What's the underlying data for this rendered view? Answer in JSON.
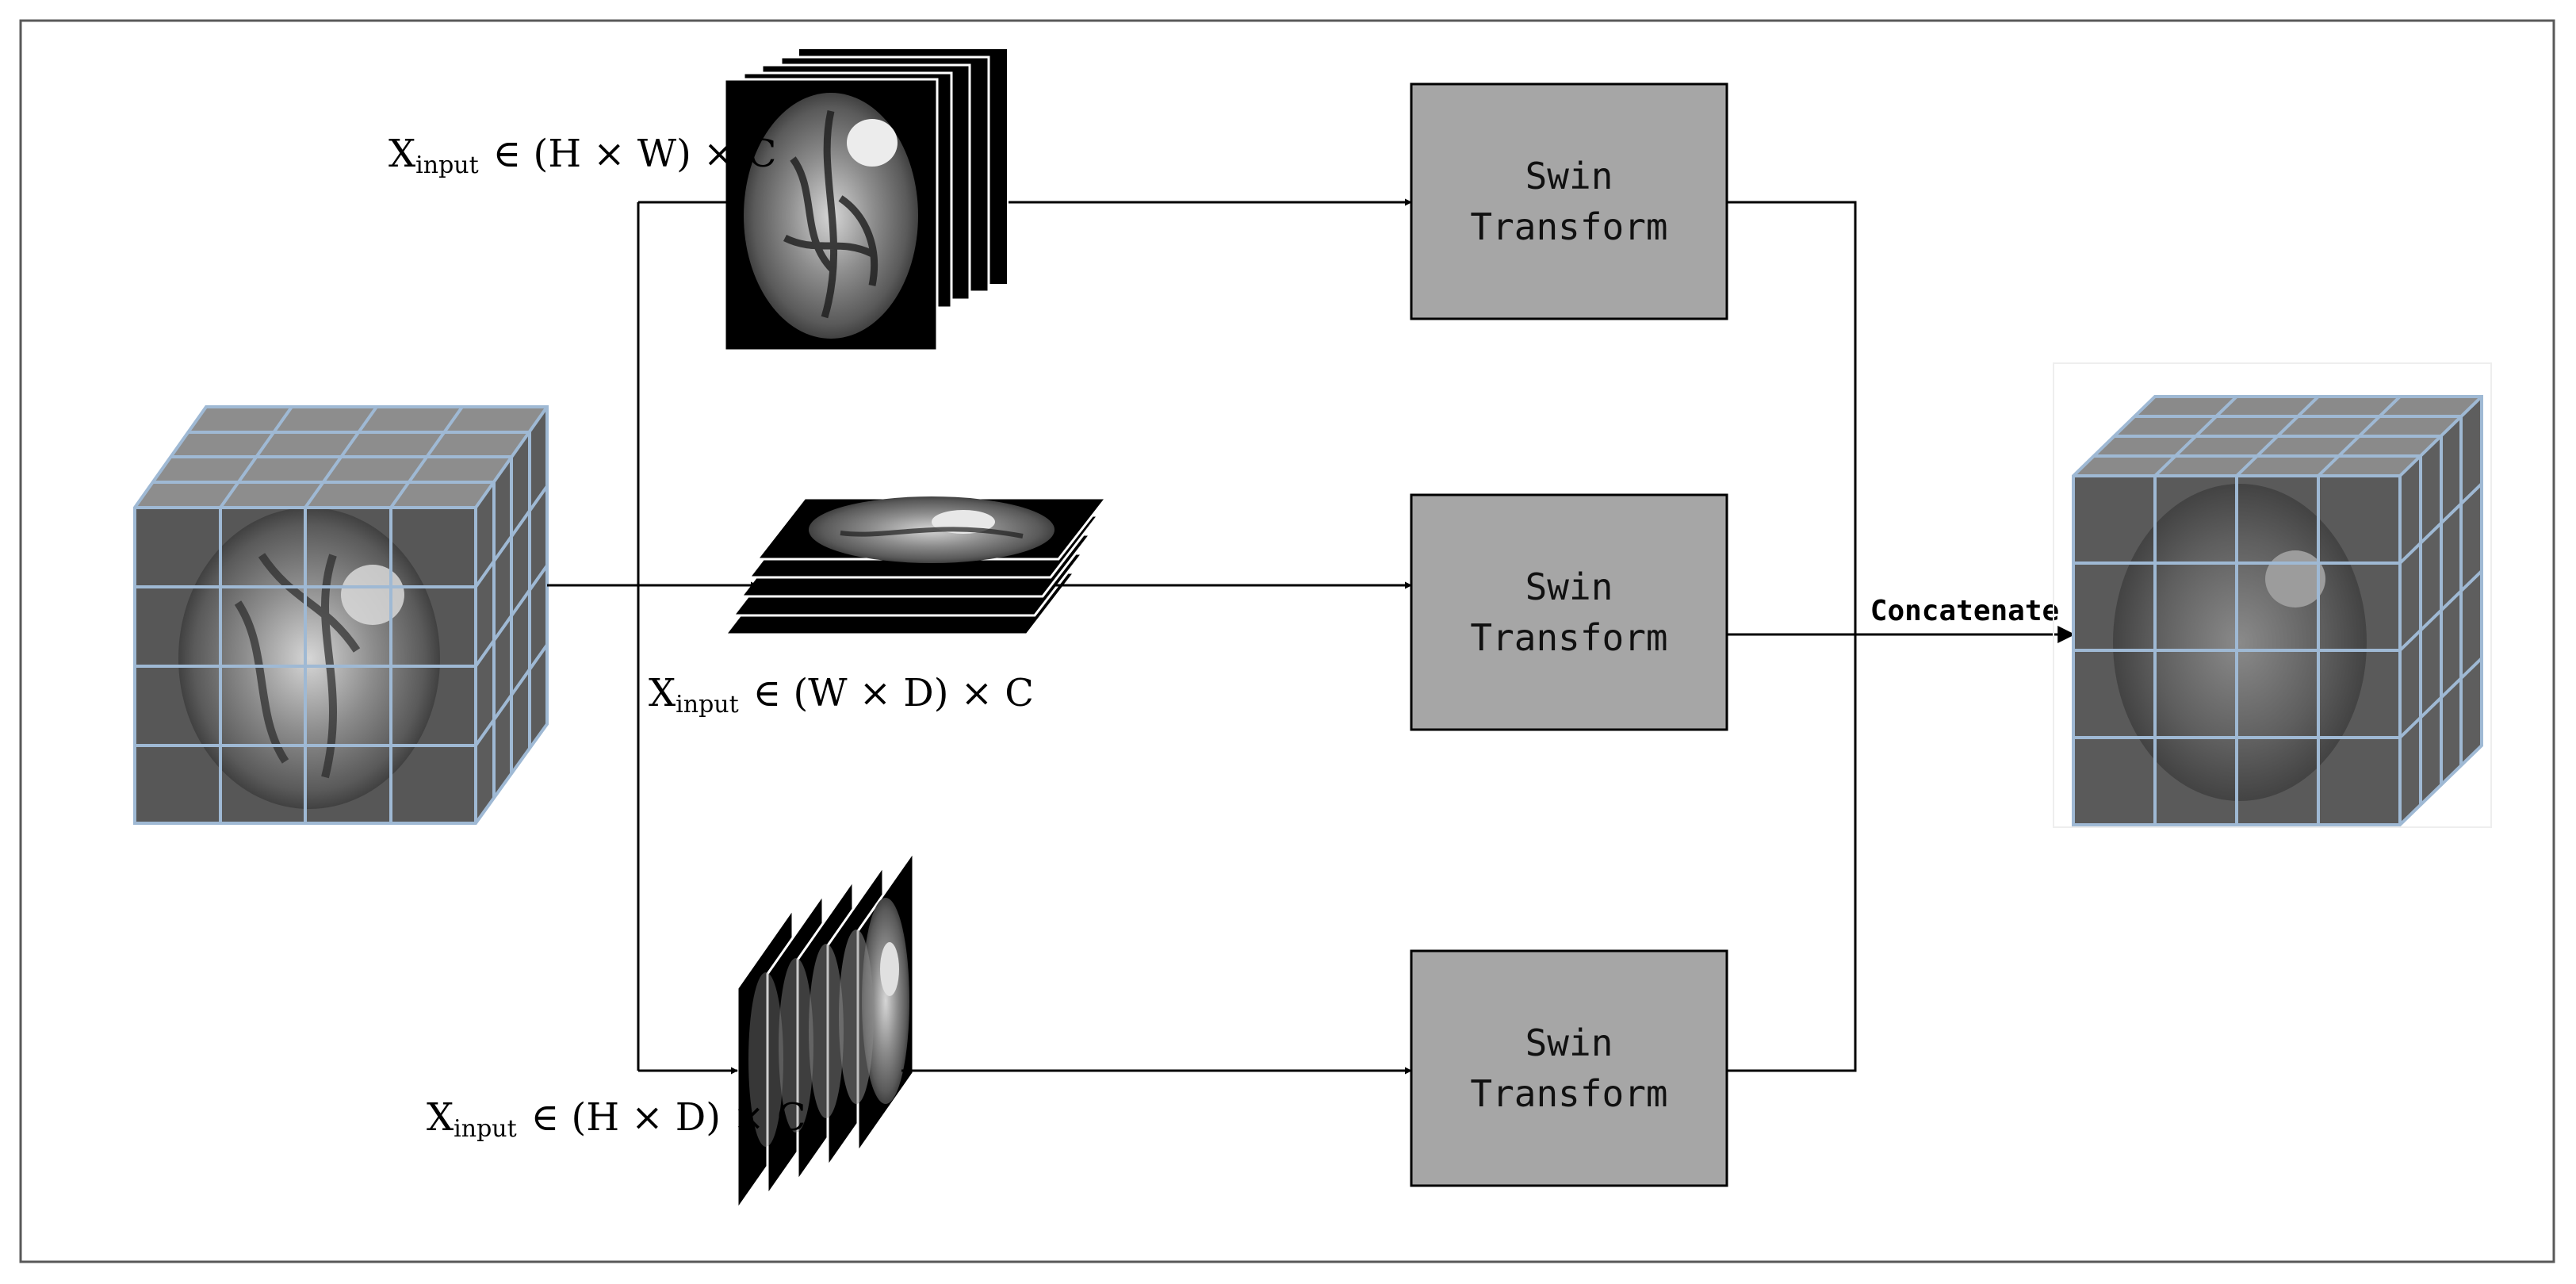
{
  "inputs": {
    "axial": {
      "var": "X",
      "sub": "input",
      "rest": "∈ (H × W) × C"
    },
    "coronal": {
      "var": "X",
      "sub": "input",
      "rest": "∈ (W × D) × C"
    },
    "sagittal": {
      "var": "X",
      "sub": "input",
      "rest": "∈ (H × D) × C"
    }
  },
  "blocks": [
    {
      "line1": "Swin",
      "line2": "Transform"
    },
    {
      "line1": "Swin",
      "line2": "Transform"
    },
    {
      "line1": "Swin",
      "line2": "Transform"
    }
  ],
  "concat_label": "Concatenate",
  "colors": {
    "box_fill": "#a6a6a6",
    "line": "#000000",
    "grid": "#9fb9d4",
    "frame": "#595959"
  }
}
